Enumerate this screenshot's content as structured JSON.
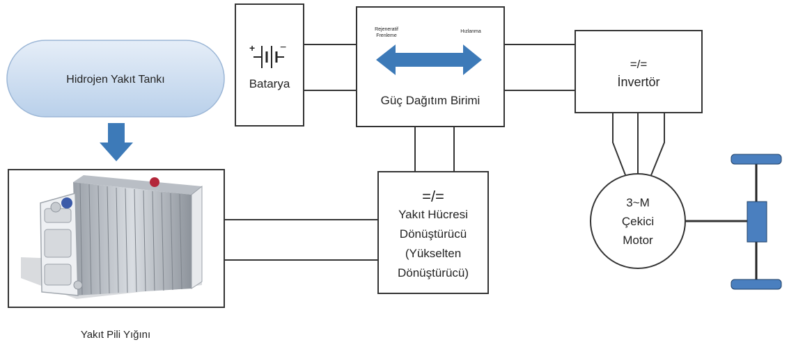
{
  "tank": {
    "label": "Hidrojen Yakıt Tankı"
  },
  "stack": {
    "label": "Yakıt Pili Yığını"
  },
  "battery": {
    "label": "Batarya",
    "plus": "+",
    "minus": "−"
  },
  "pdu": {
    "label": "Güç Dağıtım Birimi",
    "left_arrow_line1": "Rejeneratif",
    "left_arrow_line2": "Frenleme",
    "right_arrow": "Hızlanma"
  },
  "inverter": {
    "symbol": "=/=",
    "label": "İnvertör"
  },
  "converter": {
    "symbol": "=/=",
    "line1": "Yakıt Hücresi",
    "line2": "Dönüştürücü",
    "line3": "(Yükselten",
    "line4": "Dönüştürücü)"
  },
  "motor": {
    "line1": "3~M",
    "line2": "Çekici",
    "line3": "Motor"
  },
  "colors": {
    "tank_fill": "#cfe0f3",
    "arrow_blue": "#3d7ab8",
    "axle_blue": "#4a7fbf",
    "line": "#333333"
  }
}
